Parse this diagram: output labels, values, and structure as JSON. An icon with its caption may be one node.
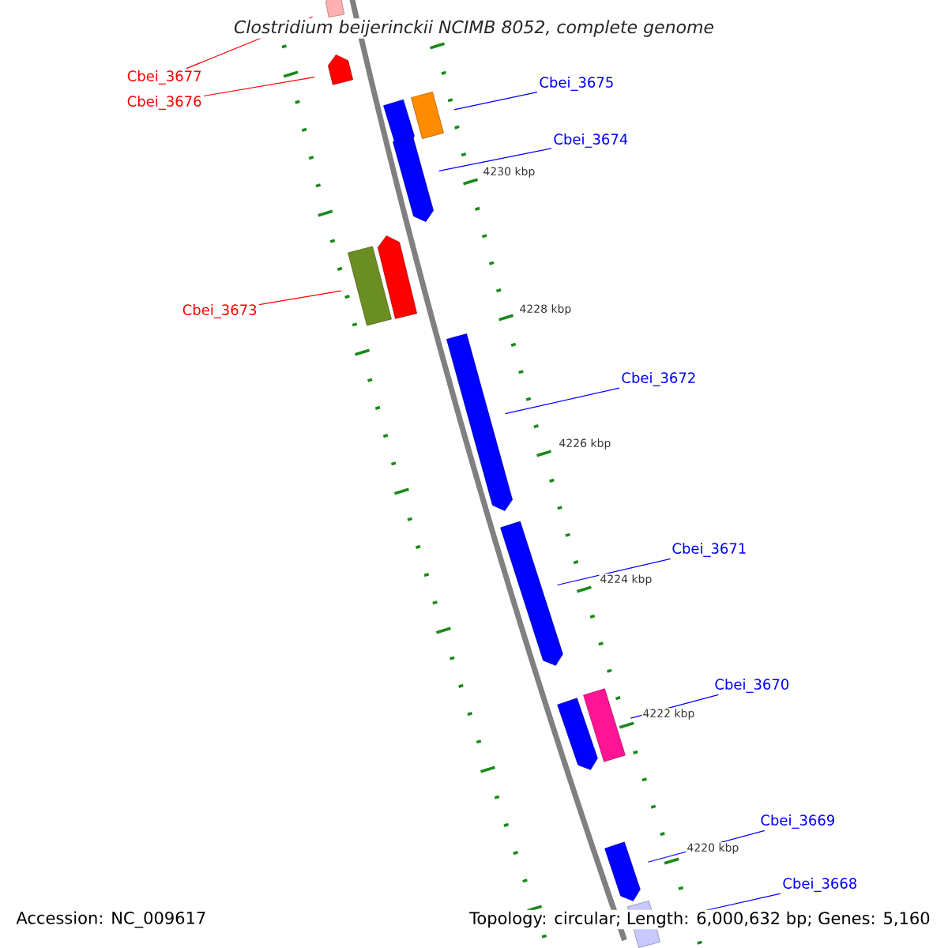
{
  "diagram": {
    "title": "Clostridium beijerinckii NCIMB 8052, complete genome",
    "nodes": [
      {
        "text": [
          "Cbei_3677"
        ]
      },
      {
        "text": [
          "Cbei_3676"
        ]
      },
      {
        "text": [
          "Cbei_3675"
        ]
      },
      {
        "text": [
          "Cbei_3674"
        ]
      },
      {
        "text": [
          "Cbei_3673"
        ]
      },
      {
        "text": [
          "Cbei_3672"
        ]
      },
      {
        "text": [
          "Cbei_3671"
        ]
      },
      {
        "text": [
          "Cbei_3670"
        ]
      },
      {
        "text": [
          "Cbei_3669"
        ]
      },
      {
        "text": [
          "Cbei_3668"
        ]
      },
      {
        "text": [],
        "shape": "bar"
      },
      {
        "text": [],
        "shape": "bar"
      },
      {
        "text": [],
        "shape": "bar"
      },
      {
        "text": [],
        "shape": "bar"
      },
      {
        "text": [],
        "shape": "bar"
      },
      {
        "text": [],
        "shape": "bar"
      },
      {
        "text": [],
        "shape": "bar"
      },
      {
        "text": [],
        "shape": "bar"
      },
      {
        "text": [],
        "shape": "bar"
      },
      {
        "text": [],
        "shape": "bar"
      },
      {
        "text": [],
        "shape": "bar"
      },
      {
        "text": [],
        "shape": "bar"
      },
      {
        "text": [],
        "shape": "bar"
      }
    ],
    "edges": [
      {
        "from": 0,
        "to": 10,
        "arrow": "none",
        "color": "#ff0000"
      },
      {
        "from": 1,
        "to": 11,
        "arrow": "none",
        "color": "#ff0000"
      },
      {
        "from": 2,
        "to": 13,
        "arrow": "none"
      },
      {
        "from": 3,
        "to": 14,
        "arrow": "none"
      },
      {
        "from": 4,
        "to": 15,
        "arrow": "none",
        "color": "#ff0000"
      },
      {
        "from": 5,
        "to": 17,
        "arrow": "none"
      },
      {
        "from": 6,
        "to": 18,
        "arrow": "none"
      },
      {
        "from": 7,
        "to": 20,
        "arrow": "none"
      },
      {
        "from": 8,
        "to": 21,
        "arrow": "none"
      },
      {
        "from": 9,
        "to": 22,
        "arrow": "none"
      }
    ],
    "labels": [
      "4230 kbp",
      "4228 kbp",
      "4226 kbp",
      "4224 kbp",
      "4222 kbp",
      "4220 kbp",
      "Accession: NC_009617",
      "Topology: circular; Length: 6,000,632 bp; Genes: 5,160"
    ]
  }
}
